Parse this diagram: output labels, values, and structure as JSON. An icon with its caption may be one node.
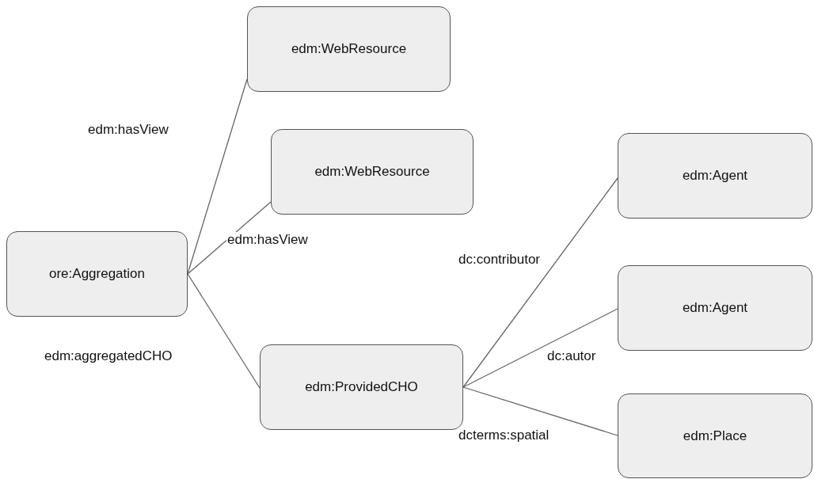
{
  "diagram": {
    "nodes": [
      {
        "text": [
          "ore:Aggregation"
        ]
      },
      {
        "text": [
          "edm:WebResource"
        ]
      },
      {
        "text": [
          "edm:WebResource"
        ]
      },
      {
        "text": [
          "edm:ProvidedCHO"
        ]
      },
      {
        "text": [
          "edm:Agent"
        ]
      },
      {
        "text": [
          "edm:Agent"
        ]
      },
      {
        "text": [
          "edm:Place"
        ]
      }
    ],
    "edges": [
      {
        "from": 0,
        "to": 1,
        "arrow": "none",
        "label": "edm:hasView"
      },
      {
        "from": 0,
        "to": 2,
        "arrow": "none",
        "label": "edm:hasView"
      },
      {
        "from": 0,
        "to": 3,
        "arrow": "none",
        "label": "edm:aggregatedCHO"
      },
      {
        "from": 3,
        "to": 4,
        "arrow": "none",
        "label": "dc:contributor"
      },
      {
        "from": 3,
        "to": 5,
        "arrow": "none",
        "label": "dc:autor"
      },
      {
        "from": 3,
        "to": 6,
        "arrow": "none",
        "label": "dcterms:spatial"
      }
    ]
  }
}
